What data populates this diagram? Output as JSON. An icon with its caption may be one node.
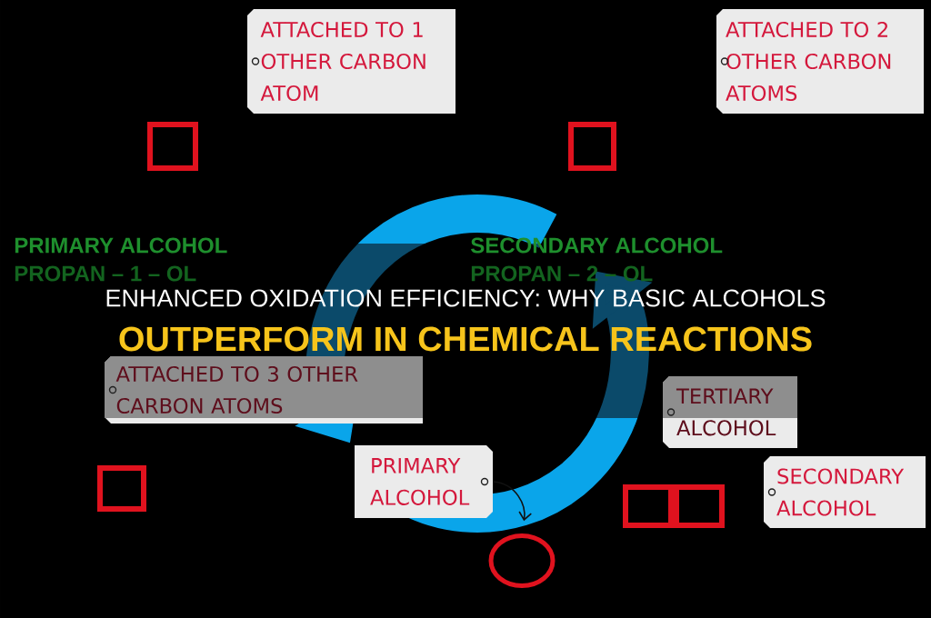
{
  "diagram": {
    "nodes": [
      {
        "text": [
          "ATTACHED TO 1 OTHER CARBON ATOM"
        ]
      },
      {
        "text": [
          "ATTACHED TO 2 OTHER CARBON ATOMS"
        ]
      },
      {
        "text": [
          "ATTACHED TO 3 OTHER CARBON ATOMS"
        ]
      },
      {
        "text": [
          "TERTIARY ALCOHOL"
        ]
      },
      {
        "text": [
          "PRIMARY ALCOHOL"
        ]
      },
      {
        "text": [
          "SECONDARY ALCOHOL"
        ]
      },
      {
        "text": [],
        "shape": "circle"
      }
    ],
    "edges": [
      {
        "from": 4,
        "to": 6,
        "arrow": "to"
      }
    ],
    "labels": [
      "PRIMARY ALCOHOL",
      "SECONDARY ALCOHOL",
      "PROPAN – 1 – OL",
      "PROPAN – 2 – OL",
      "ENHANCED OXIDATION EFFICIENCY: WHY BASIC ALCOHOLS",
      "OUTPERFORM IN CHEMICAL REACTIONS"
    ]
  }
}
